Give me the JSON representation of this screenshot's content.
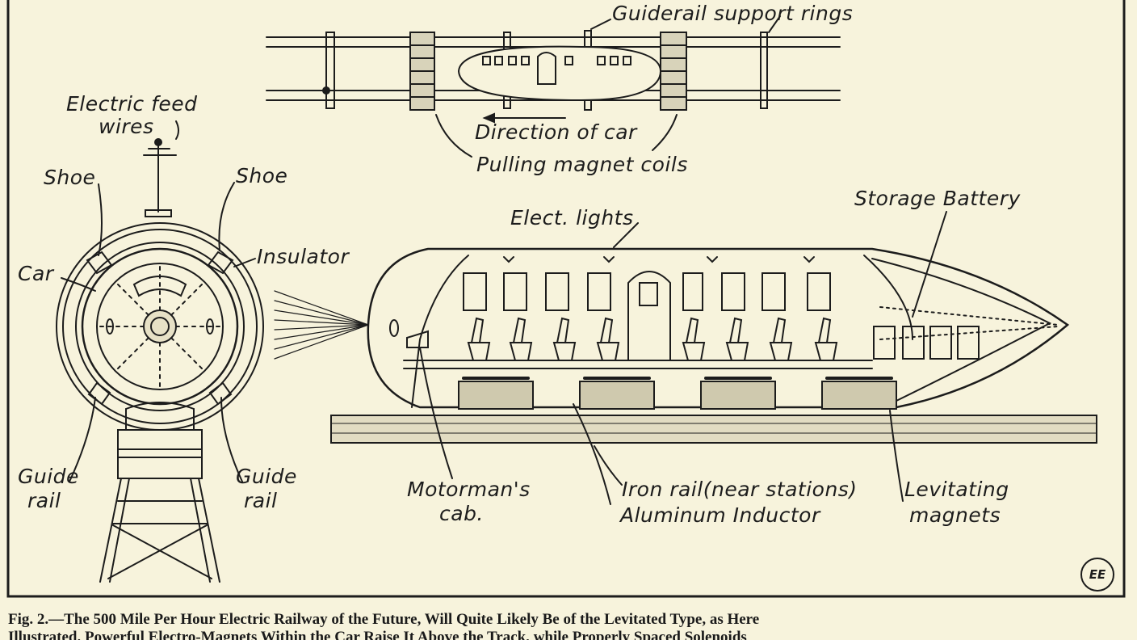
{
  "labels": {
    "guiderail_support_rings": "Guiderail support rings",
    "direction_of_car": "Direction of car",
    "pulling_magnet_coils": "Pulling magnet coils",
    "electric_feed_wires_line1": "Electric feed",
    "electric_feed_wires_line2": "wires",
    "shoe_left": "Shoe",
    "shoe_right": "Shoe",
    "car": "Car",
    "insulator": "Insulator",
    "guide_rail_left_line1": "Guide",
    "guide_rail_left_line2": "rail",
    "guide_rail_right_line1": "Guide",
    "guide_rail_right_line2": "rail",
    "elect_lights": "Elect. lights",
    "storage_battery": "Storage Battery",
    "motormans_cab_line1": "Motorman's",
    "motormans_cab_line2": "cab.",
    "iron_rail": "Iron rail(near stations)",
    "aluminum_inductor": "Aluminum Inductor",
    "levitating_magnets_line1": "Levitating",
    "levitating_magnets_line2": "magnets"
  },
  "monogram": "EE",
  "caption": {
    "line1": "Fig. 2.—The 500 Mile Per Hour Electric Railway of the Future, Will Quite Likely Be of the Levitated Type, as Here",
    "line2": "Illustrated. Powerful Electro-Magnets Within the Car Raise It Above the Track, while Properly Spaced Solenoids"
  },
  "colors": {
    "paper": "#f7f3dc",
    "ink": "#1c1c1c"
  }
}
